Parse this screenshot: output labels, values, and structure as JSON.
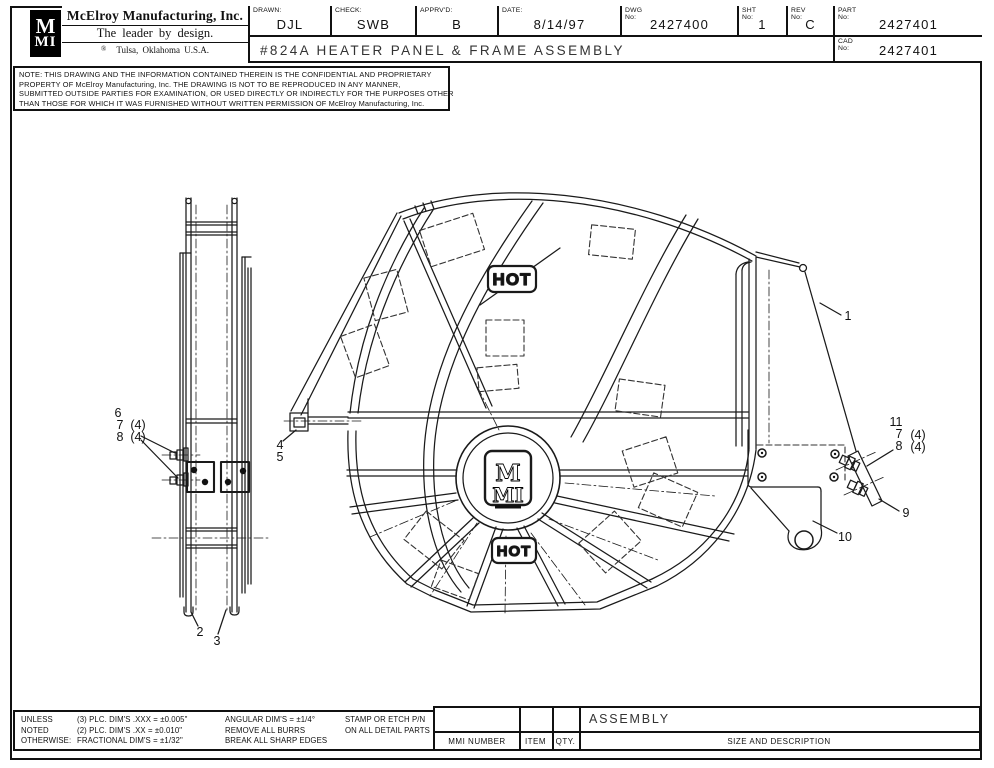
{
  "header": {
    "logo": {
      "top": "M",
      "bottom": "MI"
    },
    "company": {
      "name": "McElroy Manufacturing, Inc.",
      "tagline": "The leader by design.",
      "registered": "®",
      "location": "Tulsa, Oklahoma  U.S.A."
    },
    "fields": {
      "drawn_label": "DRAWN:",
      "drawn": "DJL",
      "check_label": "CHECK:",
      "check": "SWB",
      "apprvd_label": "APPRV'D:",
      "apprvd": "B",
      "date_label": "DATE:",
      "date": "8/14/97",
      "dwg_label": "DWG No:",
      "dwg": "2427400",
      "sht_label": "SHT No:",
      "sht": "1",
      "rev_label": "REV No:",
      "rev": "C",
      "part_label": "PART No:",
      "part": "2427401",
      "cad_label": "CAD No:",
      "cad": "2427401"
    },
    "title": "#824A HEATER PANEL & FRAME ASSEMBLY"
  },
  "note": {
    "line1": "NOTE: THIS DRAWING AND THE INFORMATION CONTAINED THEREIN IS THE CONFIDENTIAL AND PROPRIETARY",
    "line2": "PROPERTY OF McElroy Manufacturing, Inc. THE DRAWING IS NOT TO BE REPRODUCED IN ANY MANNER,",
    "line3": "SUBMITTED OUTSIDE PARTIES FOR EXAMINATION, OR USED DIRECTLY OR INDIRECTLY FOR THE PURPOSES OTHER",
    "line4": "THAN THOSE FOR WHICH IT WAS FURNISHED WITHOUT WRITTEN PERMISSION OF McElroy Manufacturing, Inc."
  },
  "drawing": {
    "hot_top": "HOT",
    "hot_bottom": "HOT",
    "center_logo_top": "M",
    "center_logo_bottom": "MI",
    "callouts": {
      "c1": "1",
      "c2": "2",
      "c3": "3",
      "c4": "4",
      "c5": "5",
      "c6": "6",
      "c7_left": "7",
      "c8_left": "8",
      "qty7_left": "(4)",
      "qty8_left": "(4)",
      "c11": "11",
      "c7_right": "7",
      "c8_right": "8",
      "qty7_right": "(4)",
      "qty8_right": "(4)",
      "c9": "9",
      "c10": "10"
    }
  },
  "tolerances": {
    "unless": {
      "l1": "UNLESS",
      "l2": "NOTED",
      "l3": "OTHERWISE:"
    },
    "dims": {
      "l1": "(3) PLC. DIM'S .XXX = ±0.005\"",
      "l2": "(2) PLC. DIM'S .XX = ±0.010\"",
      "l3": "FRACTIONAL DIM'S = ±1/32\""
    },
    "general": {
      "l1": "ANGULAR DIM'S = ±1/4°",
      "l2": "REMOVE ALL BURRS",
      "l3": "BREAK ALL SHARP EDGES"
    },
    "stamp": {
      "l1": "STAMP OR ETCH P/N",
      "l2": "ON ALL DETAIL PARTS"
    }
  },
  "parts_table": {
    "assembly": "ASSEMBLY",
    "mmi_number": "MMI NUMBER",
    "item": "ITEM",
    "qty": "QTY.",
    "size_desc": "SIZE AND DESCRIPTION"
  }
}
